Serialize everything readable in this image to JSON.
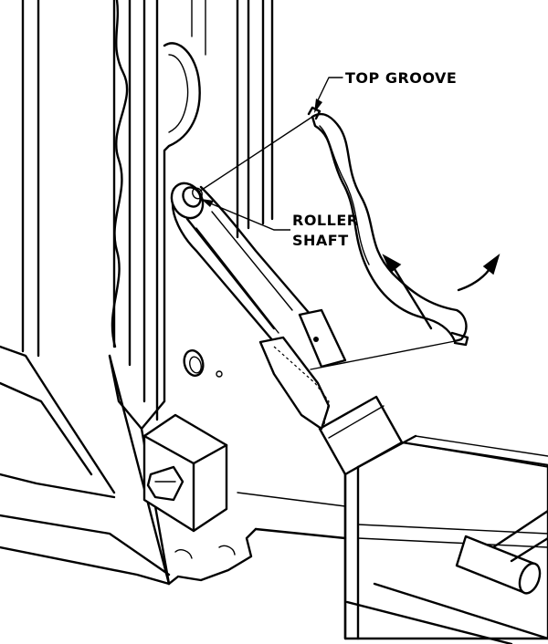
{
  "labels": {
    "top_groove": "TOP GROOVE",
    "roller_shaft_line1": "ROLLER",
    "roller_shaft_line2": "SHAFT"
  },
  "colors": {
    "ink": "#000000",
    "paper": "#ffffff"
  },
  "icons": {
    "upward_arrow": "long-arrow-up",
    "rotation_arrow": "curved-arrow-clockwise"
  }
}
